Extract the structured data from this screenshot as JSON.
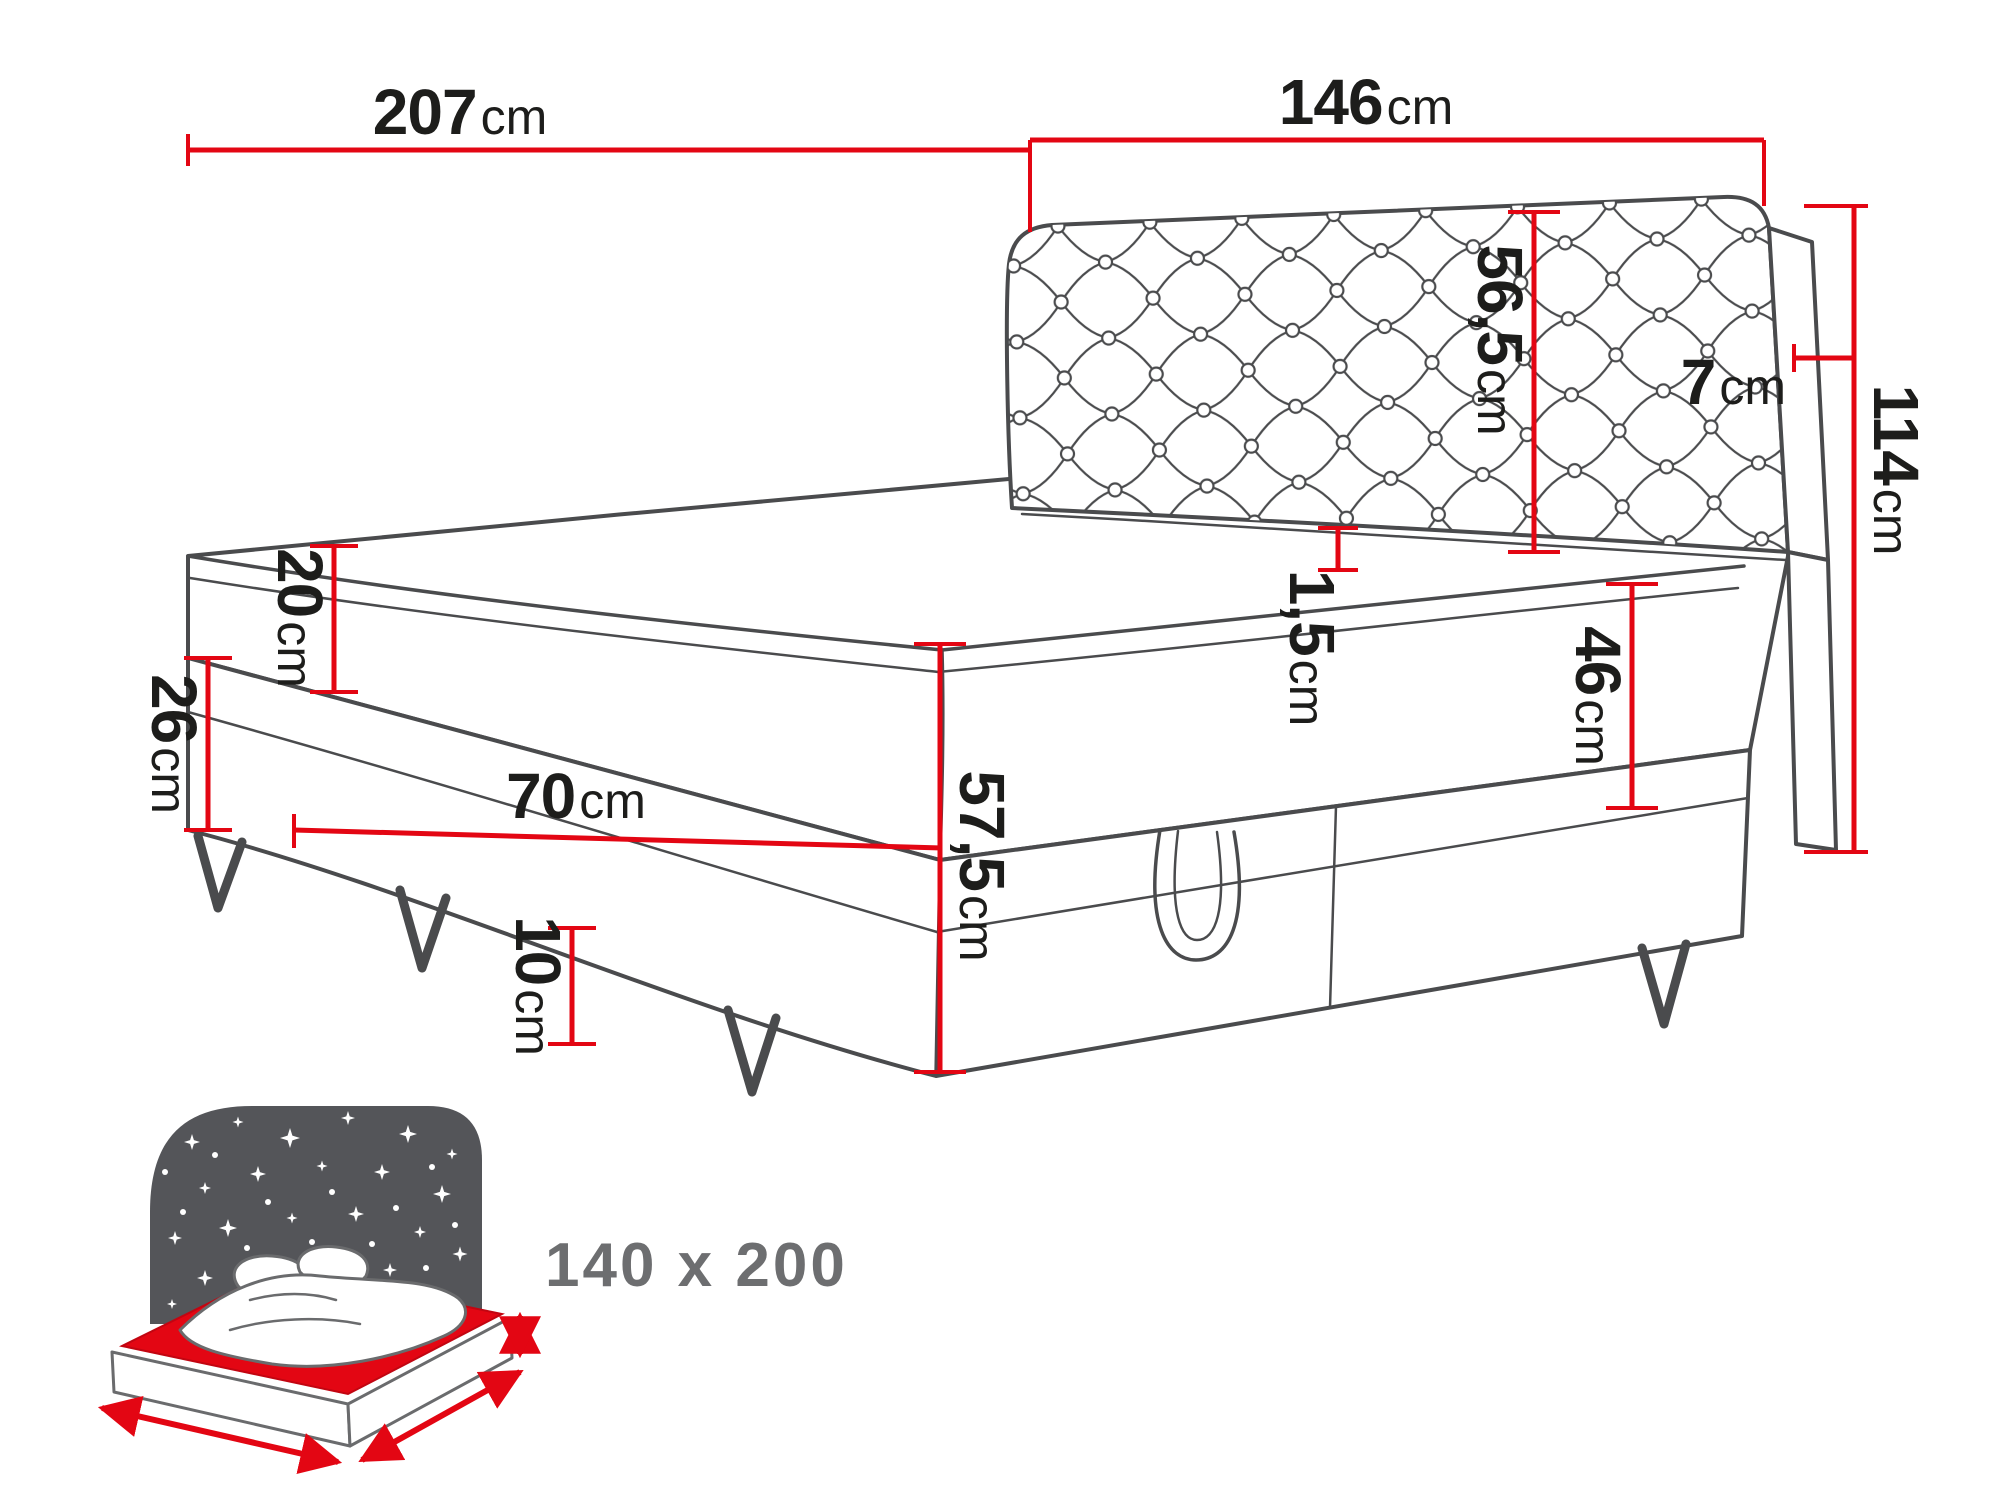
{
  "diagram": {
    "dims": {
      "length": {
        "value": "207",
        "unit": "cm"
      },
      "width": {
        "value": "146",
        "unit": "cm"
      },
      "headboard_above": {
        "value": "56,5",
        "unit": "cm"
      },
      "headboard_depth": {
        "value": "7",
        "unit": "cm"
      },
      "total_height": {
        "value": "114",
        "unit": "cm"
      },
      "mattress_height": {
        "value": "20",
        "unit": "cm"
      },
      "base_height": {
        "value": "26",
        "unit": "cm"
      },
      "topper": {
        "value": "1,5",
        "unit": "cm"
      },
      "mattress_plus_base": {
        "value": "46",
        "unit": "cm"
      },
      "storage": {
        "value": "70",
        "unit": "cm"
      },
      "legs": {
        "value": "10",
        "unit": "cm"
      },
      "sleep_height": {
        "value": "57,5",
        "unit": "cm"
      }
    },
    "size_badge": "140 x 200",
    "colors": {
      "dimension_red": "#e30613",
      "line_gray": "#4a4b4d",
      "label_dark": "#1d1d1b",
      "night_dark": "#545559",
      "badge_text_gray": "#6d6e70",
      "mattress_red": "#e30613"
    }
  }
}
